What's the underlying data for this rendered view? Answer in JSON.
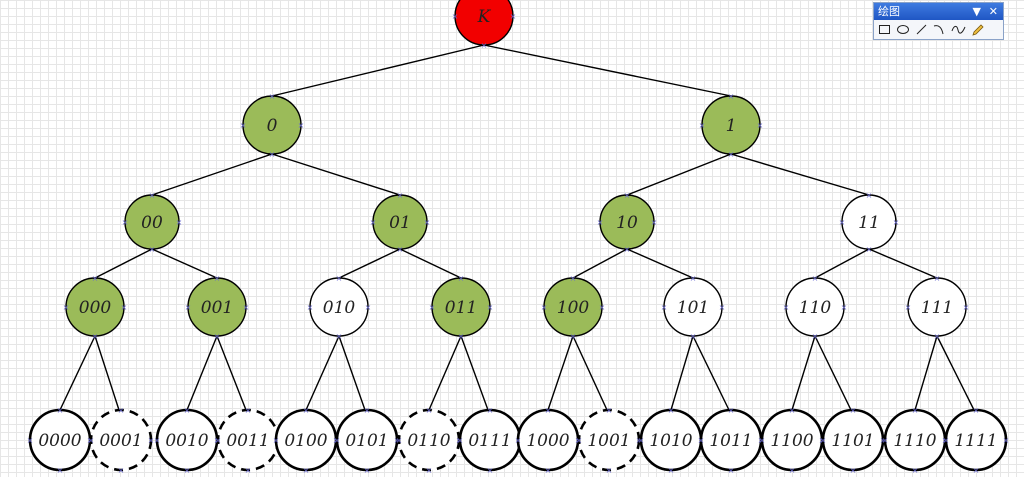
{
  "toolbar": {
    "title": "绘图",
    "tools": [
      "rectangle-icon",
      "ellipse-icon",
      "line-icon",
      "curve-icon",
      "freeform-icon",
      "pencil-icon"
    ]
  },
  "colors": {
    "root_fill": "#f20000",
    "filled_fill": "#9bbb59",
    "empty_fill": "#ffffff",
    "stroke": "#000000"
  },
  "tree": {
    "root": {
      "label": "K",
      "status": "root"
    },
    "levels": [
      [
        {
          "label": "0",
          "status": "filled"
        },
        {
          "label": "1",
          "status": "filled"
        }
      ],
      [
        {
          "label": "00",
          "status": "filled"
        },
        {
          "label": "01",
          "status": "filled"
        },
        {
          "label": "10",
          "status": "filled"
        },
        {
          "label": "11",
          "status": "empty"
        }
      ],
      [
        {
          "label": "000",
          "status": "filled"
        },
        {
          "label": "001",
          "status": "filled"
        },
        {
          "label": "010",
          "status": "empty"
        },
        {
          "label": "011",
          "status": "filled"
        },
        {
          "label": "100",
          "status": "filled"
        },
        {
          "label": "101",
          "status": "empty"
        },
        {
          "label": "110",
          "status": "empty"
        },
        {
          "label": "111",
          "status": "empty"
        }
      ],
      [
        {
          "label": "0000",
          "status": "solid"
        },
        {
          "label": "0001",
          "status": "dashed"
        },
        {
          "label": "0010",
          "status": "solid"
        },
        {
          "label": "0011",
          "status": "dashed"
        },
        {
          "label": "0100",
          "status": "solid"
        },
        {
          "label": "0101",
          "status": "solid"
        },
        {
          "label": "0110",
          "status": "dashed"
        },
        {
          "label": "0111",
          "status": "solid"
        },
        {
          "label": "1000",
          "status": "solid"
        },
        {
          "label": "1001",
          "status": "dashed"
        },
        {
          "label": "1010",
          "status": "solid"
        },
        {
          "label": "1011",
          "status": "solid"
        },
        {
          "label": "1100",
          "status": "solid"
        },
        {
          "label": "1101",
          "status": "solid"
        },
        {
          "label": "1110",
          "status": "solid"
        },
        {
          "label": "1111",
          "status": "solid"
        }
      ]
    ]
  }
}
